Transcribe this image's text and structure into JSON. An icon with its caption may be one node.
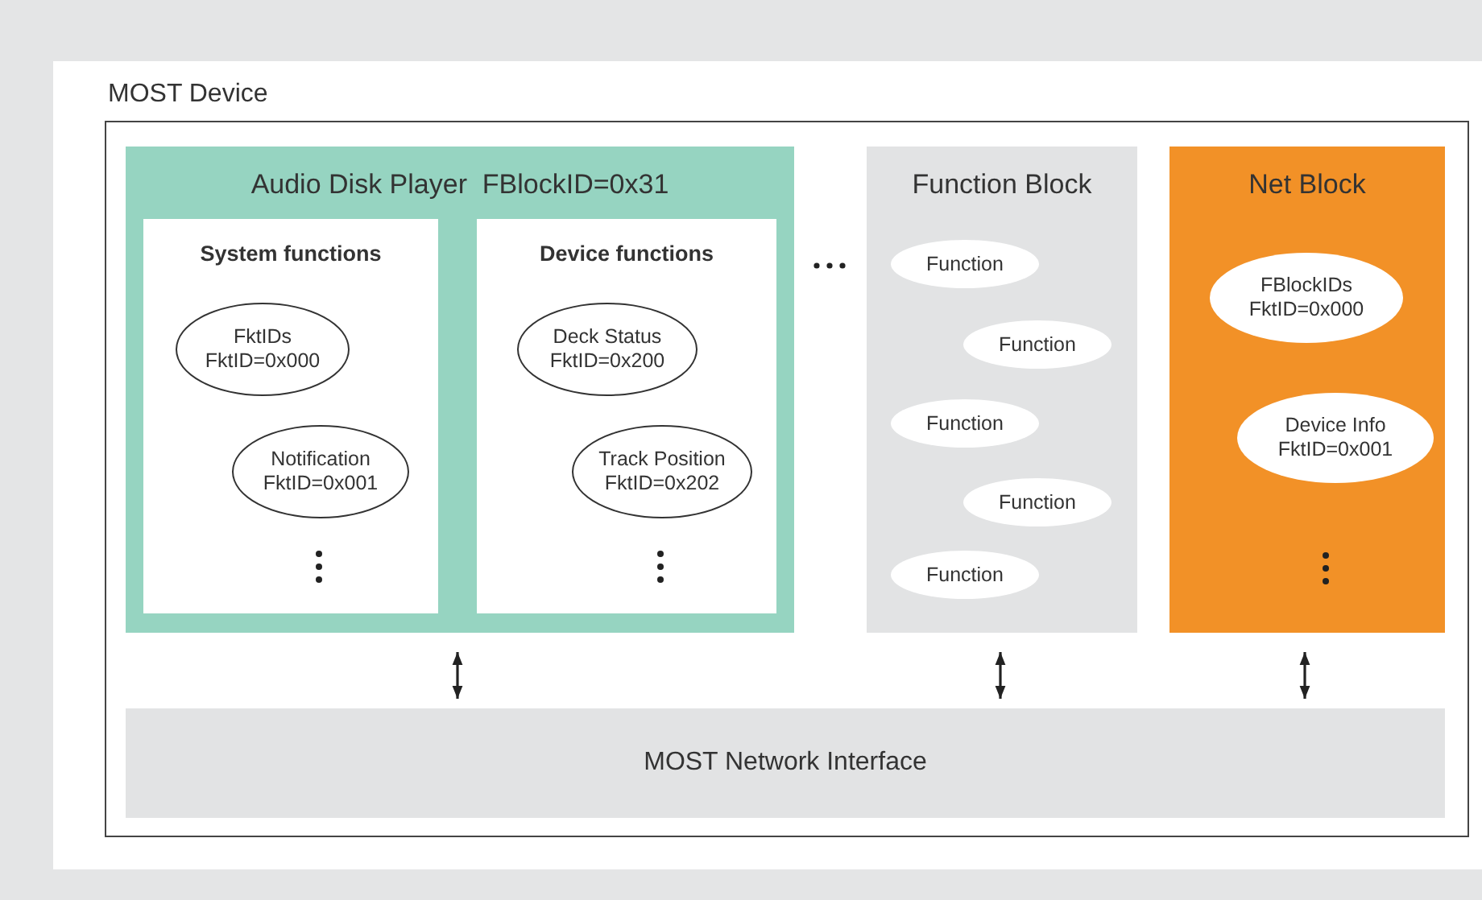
{
  "diagram": {
    "nodes": [
      {
        "text": [
          "MOST Device"
        ]
      },
      {
        "text": [
          "Audio Disk Player  FBlockID=0x31"
        ],
        "in": 0
      },
      {
        "text": [
          "System functions"
        ],
        "in": 1
      },
      {
        "text": [
          "FktIDs",
          "FktID=0x000"
        ],
        "in": 2
      },
      {
        "text": [
          "Notification",
          "FktID=0x001"
        ],
        "in": 2
      },
      {
        "text": [
          "Device functions"
        ],
        "in": 1
      },
      {
        "text": [
          "Deck Status",
          "FktID=0x200"
        ],
        "in": 5
      },
      {
        "text": [
          "Track Position",
          "FktID=0x202"
        ],
        "in": 5
      },
      {
        "text": [
          "Function Block"
        ],
        "in": 0
      },
      {
        "text": [
          "Function"
        ],
        "in": 8
      },
      {
        "text": [
          "Function"
        ],
        "in": 8
      },
      {
        "text": [
          "Function"
        ],
        "in": 8
      },
      {
        "text": [
          "Function"
        ],
        "in": 8
      },
      {
        "text": [
          "Function"
        ],
        "in": 8
      },
      {
        "text": [
          "Net Block"
        ],
        "in": 0
      },
      {
        "text": [
          "FBlockIDs",
          "FktID=0x000"
        ],
        "in": 14
      },
      {
        "text": [
          "Device Info",
          "FktID=0x001"
        ],
        "in": 14
      },
      {
        "text": [
          "MOST Network Interface"
        ],
        "in": 0
      }
    ],
    "edges": [
      {
        "from": 1,
        "to": 17,
        "arrow": "both"
      },
      {
        "from": 8,
        "to": 17,
        "arrow": "both"
      },
      {
        "from": 14,
        "to": 17,
        "arrow": "both"
      }
    ]
  }
}
